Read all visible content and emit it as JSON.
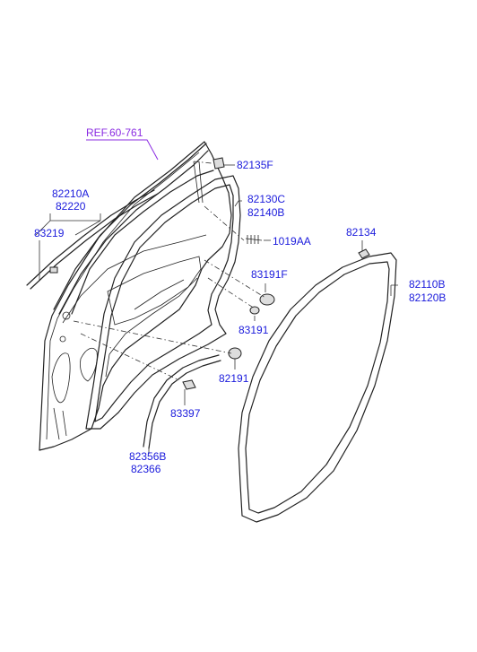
{
  "labels": {
    "ref": "REF.60-761",
    "p82135F": "82135F",
    "p82210A": "82210A",
    "p82220": "82220",
    "p82130C": "82130C",
    "p82140B": "82140B",
    "p83219": "83219",
    "p1019AA": "1019AA",
    "p82134": "82134",
    "p83191F": "83191F",
    "p82110B": "82110B",
    "p82120B": "82120B",
    "p83191": "83191",
    "p82191": "82191",
    "p83397": "83397",
    "p82356B": "82356B",
    "p82366": "82366"
  },
  "colors": {
    "label": "#1a1adc",
    "ref": "#8a2be2",
    "line": "#222222"
  }
}
